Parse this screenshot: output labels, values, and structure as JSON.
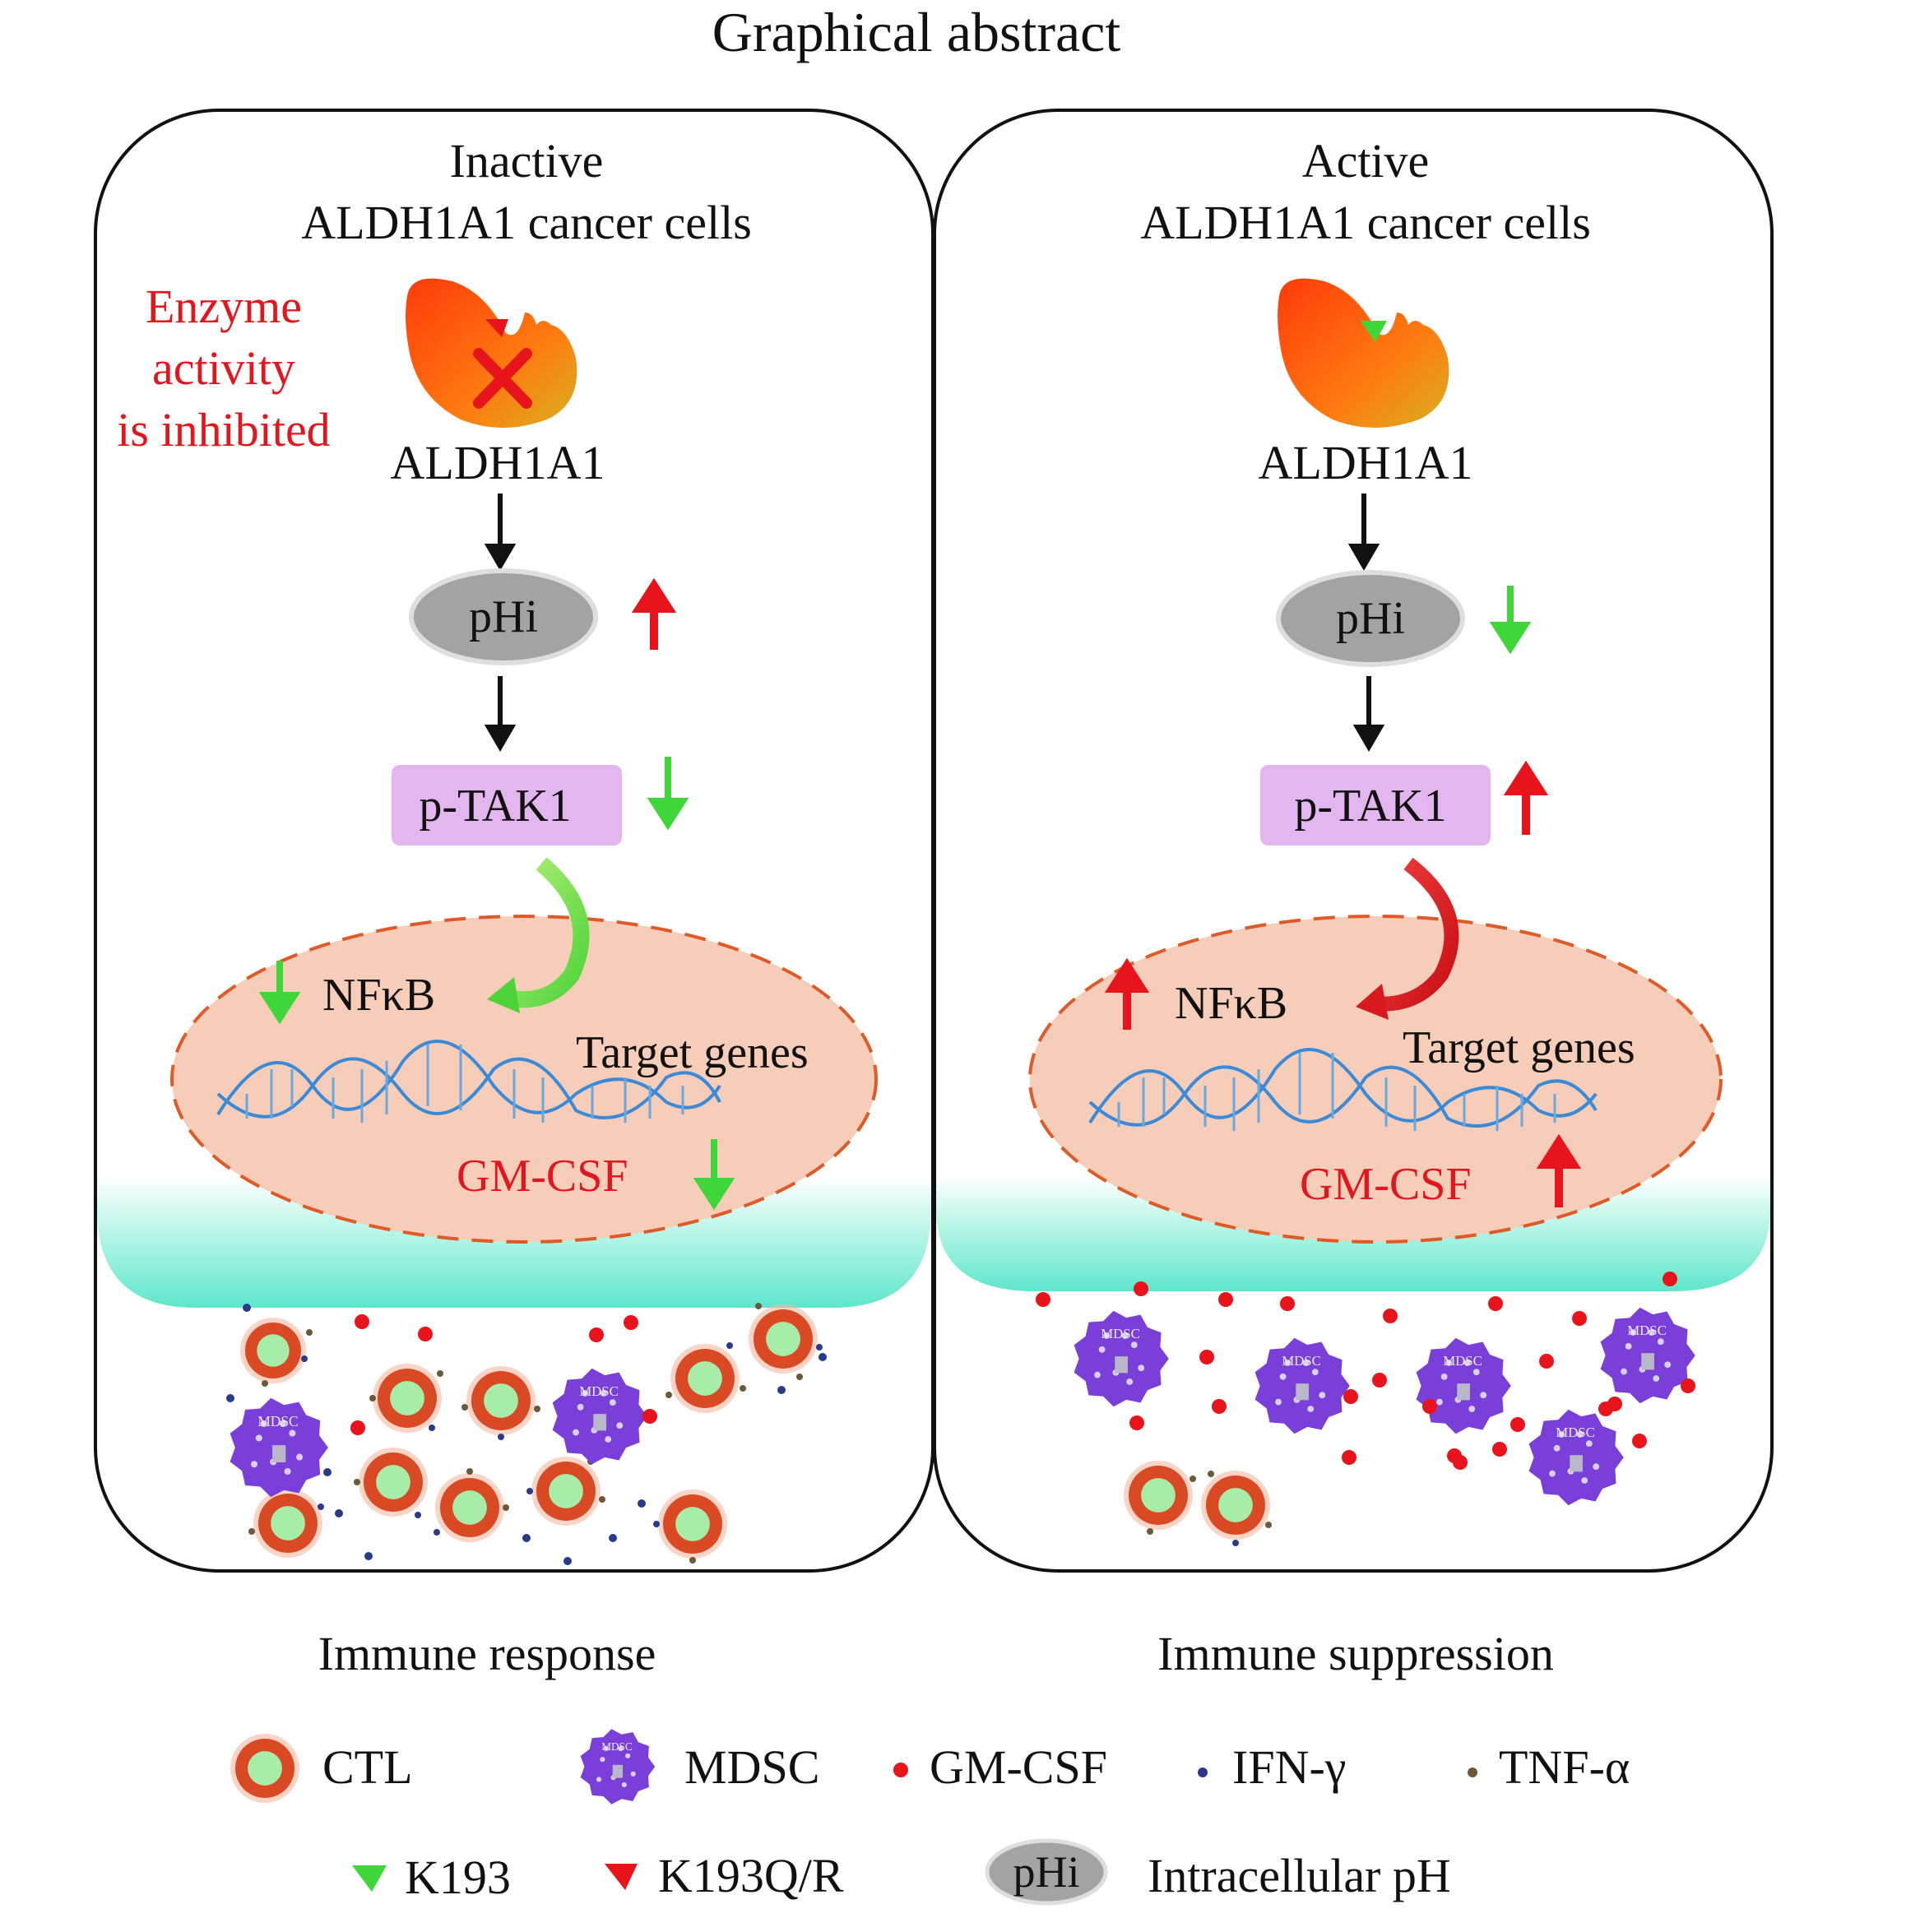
{
  "title": "Graphical abstract",
  "left_panel": {
    "heading_line1": "Inactive",
    "heading_line2": "ALDH1A1 cancer cells",
    "enzyme_note": [
      "Enzyme",
      "activity",
      "is inhibited"
    ],
    "enzyme_label": "ALDH1A1",
    "phi_label": "pHi",
    "phi_trend": "up",
    "ptak1_label": "p-TAK1",
    "ptak1_trend": "down",
    "nfkb_label": "NFκB",
    "nfkb_trend": "down",
    "target_genes_label": "Target genes",
    "gmcsf_label": "GM-CSF",
    "gmcsf_trend": "down",
    "outcome": "Immune response"
  },
  "right_panel": {
    "heading_line1": "Active",
    "heading_line2": "ALDH1A1 cancer cells",
    "enzyme_label": "ALDH1A1",
    "phi_label": "pHi",
    "phi_trend": "down",
    "ptak1_label": "p-TAK1",
    "ptak1_trend": "up",
    "nfkb_label": "NFκB",
    "nfkb_trend": "up",
    "target_genes_label": "Target genes",
    "gmcsf_label": "GM-CSF",
    "gmcsf_trend": "up",
    "outcome": "Immune suppression"
  },
  "mdsc_cell_label": "MDSC",
  "legend": {
    "ctl": "CTL",
    "mdsc": "MDSC",
    "gmcsf": "GM-CSF",
    "ifn": "IFN-γ",
    "tnf": "TNF-α",
    "k193": "K193",
    "k193qr": "K193Q/R",
    "phi_badge": "pHi",
    "phi_desc": "Intracellular pH"
  },
  "colors": {
    "up_arrow": "#e8141b",
    "down_arrow": "#3fd63a",
    "red_text": "#e4161d",
    "ptak1_box": "#e3b6f0",
    "nucleus": "#f5cdb8",
    "membrane": "#63e6cc",
    "mdsc": "#7a3fd8",
    "ctl_ring": "#d94a24",
    "ctl_core": "#a8ecaa",
    "gmcsf": "#e8141b",
    "ifn": "#2a3a8a",
    "tnf": "#6b5a3a"
  }
}
